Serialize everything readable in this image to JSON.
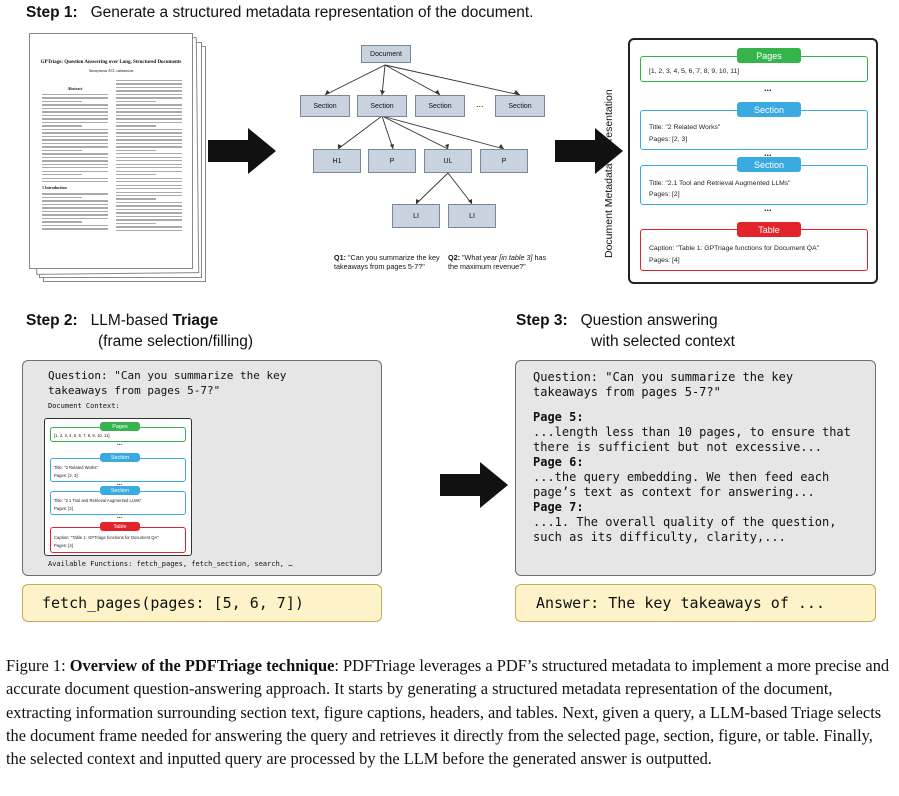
{
  "step1": {
    "label": "Step 1:",
    "text": "Generate a structured metadata representation of the document."
  },
  "doc": {
    "title": "GPTriage: Question Answering over Long, Structured Documents",
    "authors": "Anonymous ACL submission",
    "abstract_heading": "Abstract",
    "intro_heading": "1   Introduction"
  },
  "tree": {
    "root": "Document",
    "sections": [
      "Section",
      "Section",
      "Section",
      "...",
      "Section"
    ],
    "children": [
      "H1",
      "P",
      "UL",
      "P"
    ],
    "leaves": [
      "LI",
      "LI"
    ]
  },
  "questions": {
    "q1_label": "Q1:",
    "q1_text": "\"Can you summarize the key takeaways from pages 5-7?\"",
    "q2_label": "Q2:",
    "q2_pre": "\"What year ",
    "q2_italic": "[in table 3]",
    "q2_post": " has the maximum revenue?\""
  },
  "metadata": {
    "vertical_label": "Document Metadata Representation",
    "pages_head": "Pages",
    "pages_list": "[1, 2, 3, 4, 5, 6, 7, 8, 9, 10, 11]",
    "dots": "...",
    "section1_head": "Section",
    "section1_title": "Title: \"2 Related Works\"",
    "section1_pages": "Pages: [2, 3]",
    "section2_head": "Section",
    "section2_title": "Title: \"2.1 Tool and Retrieval Augmented LLMs\"",
    "section2_pages": "Pages: [2]",
    "table_head": "Table",
    "table_caption": "Caption: \"Table 1: GPTriage functions for Document QA\"",
    "table_pages": "Pages: [4]"
  },
  "step2": {
    "label": "Step 2:",
    "text_pre": "LLM-based ",
    "text_bold": "Triage",
    "text_line2": "(frame selection/filling)"
  },
  "step3": {
    "label": "Step 3:",
    "line1": "Question answering",
    "line2": "with selected context"
  },
  "triage_box": {
    "question_line1": "Question: \"Can you summarize the key",
    "question_line2": "takeaways from pages 5-7?\"",
    "context_label": "Document Context:",
    "functions": "Available Functions: fetch_pages, fetch_section, search, …"
  },
  "call_box": {
    "text": "fetch_pages(pages: [5, 6, 7])"
  },
  "answer_context": {
    "question_line1": "Question: \"Can you summarize the key",
    "question_line2": "takeaways from pages 5-7?\"",
    "p5_label": "Page 5:",
    "p5_line1": "...length less than 10 pages, to ensure that",
    "p5_line2": "there is sufficient but not excessive...",
    "p6_label": "Page 6:",
    "p6_line1": "...the query embedding. We then feed each",
    "p6_line2": "page’s text as context for answering...",
    "p7_label": "Page 7:",
    "p7_line1": "...1. The overall quality of the question,",
    "p7_line2": "such as its difficulty, clarity,..."
  },
  "answer_box": {
    "text": "Answer: The key takeaways of ..."
  },
  "caption": {
    "figure": "Figure 1: ",
    "bold": "Overview of the PDFTriage technique",
    "body": ": PDFTriage leverages a PDF’s structured metadata to implement a more precise and accurate document question-answering approach. It starts by generating a structured metadata representation of the document, extracting information surrounding section text, figure captions, headers, and tables. Next, given a query, a LLM-based Triage selects the document frame needed for answering the query and retrieves it directly from the selected page, section, figure, or table. Finally, the selected context and inputted query are processed by the LLM before the generated answer is outputted."
  },
  "colors": {
    "pages": "#34b44b",
    "section": "#3aaae0",
    "table": "#e2232a",
    "tree_node": "#c9d3e0",
    "yellow": "#fdf2c8",
    "grey": "#e6e6e6"
  }
}
